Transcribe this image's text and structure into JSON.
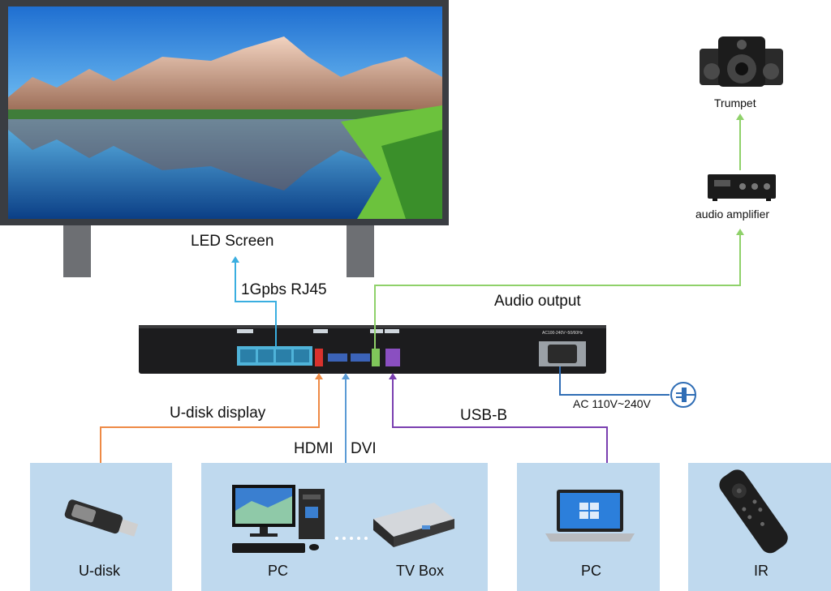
{
  "labels": {
    "led_screen": "LED Screen",
    "rj45": "1Gpbs RJ45",
    "audio_output": "Audio output",
    "trumpet": "Trumpet",
    "audio_amplifier": "audio amplifier",
    "u_disk_display": "U-disk display",
    "hdmi": "HDMI",
    "dvi": "DVI",
    "usb_b": "USB-B",
    "ac_power": "AC 110V~240V"
  },
  "panels": {
    "u_disk": "U-disk",
    "pc": "PC",
    "tv_box": "TV Box",
    "laptop_pc": "PC",
    "ir": "IR"
  },
  "device": {
    "ac_label": "AC100-240V~50/60Hz"
  },
  "colors": {
    "rj45_line": "#3aaee0",
    "audio_line": "#8fd16a",
    "udisk_line": "#ee8a45",
    "hdmi_line": "#5b9bd5",
    "usb_line": "#7a3fb0",
    "power_line": "#2f6db5",
    "panel_bg": "#bfd9ee"
  }
}
